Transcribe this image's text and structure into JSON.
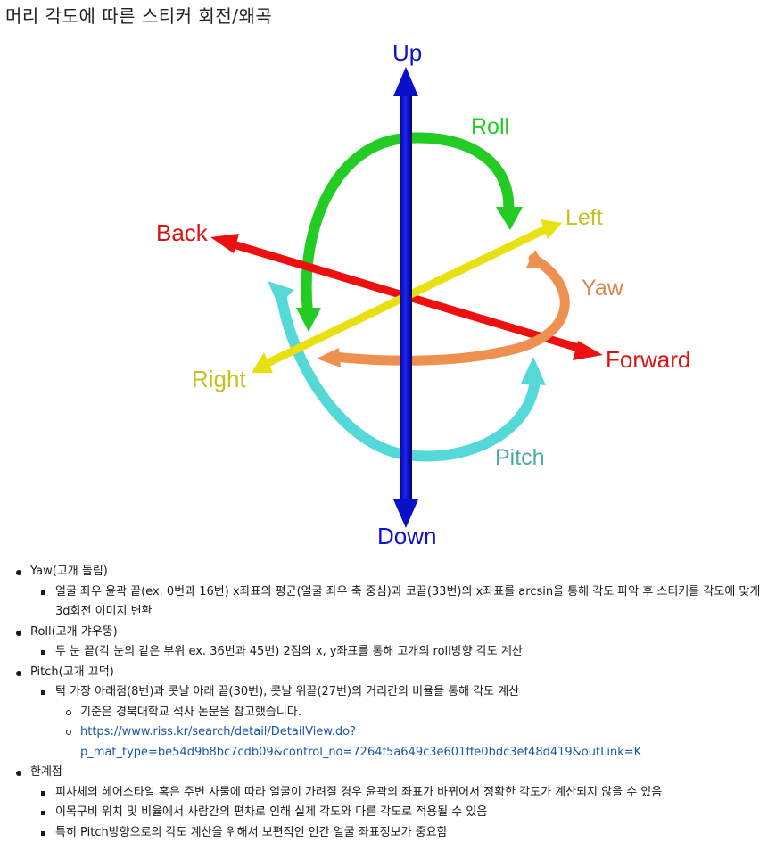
{
  "title": "머리 각도에 따른 스티커 회전/왜곡",
  "diagram": {
    "labels": {
      "up": "Up",
      "down": "Down",
      "back": "Back",
      "forward": "Forward",
      "left": "Left",
      "right": "Right",
      "roll": "Roll",
      "yaw": "Yaw",
      "pitch": "Pitch"
    },
    "colors": {
      "vertical_axis": "#0a10c8",
      "back_forward_axis": "#ee1010",
      "left_right_axis": "#e8e010",
      "roll": "#22cc22",
      "yaw": "#ee9050",
      "pitch": "#55d8d8",
      "up_label": "#1010d0",
      "down_label": "#1010d0",
      "back_label": "#e01010",
      "forward_label": "#e01010",
      "left_label": "#c8c020",
      "right_label": "#c8c020",
      "roll_label": "#22cc22",
      "yaw_label": "#d88850",
      "pitch_label": "#4aa8a8"
    }
  },
  "notes": {
    "yaw": {
      "label": "Yaw(고개 돌림)",
      "item1": "얼굴 좌우 윤곽 끝(ex. 0번과 16번) x좌표의 평균(얼굴 좌우 축 중심)과 코끝(33번)의 x좌표를 arcsin을 통해 각도 파악 후 스티커를 각도에 맞게 3d회전 이미지 변환"
    },
    "roll": {
      "label": "Roll(고개 갸우뚱)",
      "item1": "두 눈 끝(각 눈의 같은 부위 ex. 36번과 45번) 2점의 x, y좌표를 통해 고개의 roll방향 각도 계산"
    },
    "pitch": {
      "label": "Pitch(고개 끄덕)",
      "item1": "턱 가장 아래점(8번)과 콧날 아래 끝(30번), 콧날 위끝(27번)의 거리간의 비율을 통해 각도 계산",
      "ref_note": "기준은 경북대학교 석사 논문을 참고했습니다.",
      "link_line1": "https://www.riss.kr/search/detail/DetailView.do?",
      "link_line2": "p_mat_type=be54d9b8bc7cdb09&control_no=7264f5a649c3e601ffe0bdc3ef48d419&outLink=K"
    },
    "limits": {
      "label": "한계점",
      "item1": "피사체의 헤어스타일 혹은 주변 사물에 따라 얼굴이 가려질 경우 윤곽의 좌표가 바뀌어서 정확한 각도가 계산되지 않을 수 있음",
      "item2": "이목구비 위치 및 비율에서 사람간의 편차로 인해 실제 각도와 다른 각도로 적용될 수 있음",
      "item3": "특히 Pitch방향으로의 각도 계산을 위해서 보편적인 인간 얼굴 좌표정보가 중요함"
    }
  }
}
